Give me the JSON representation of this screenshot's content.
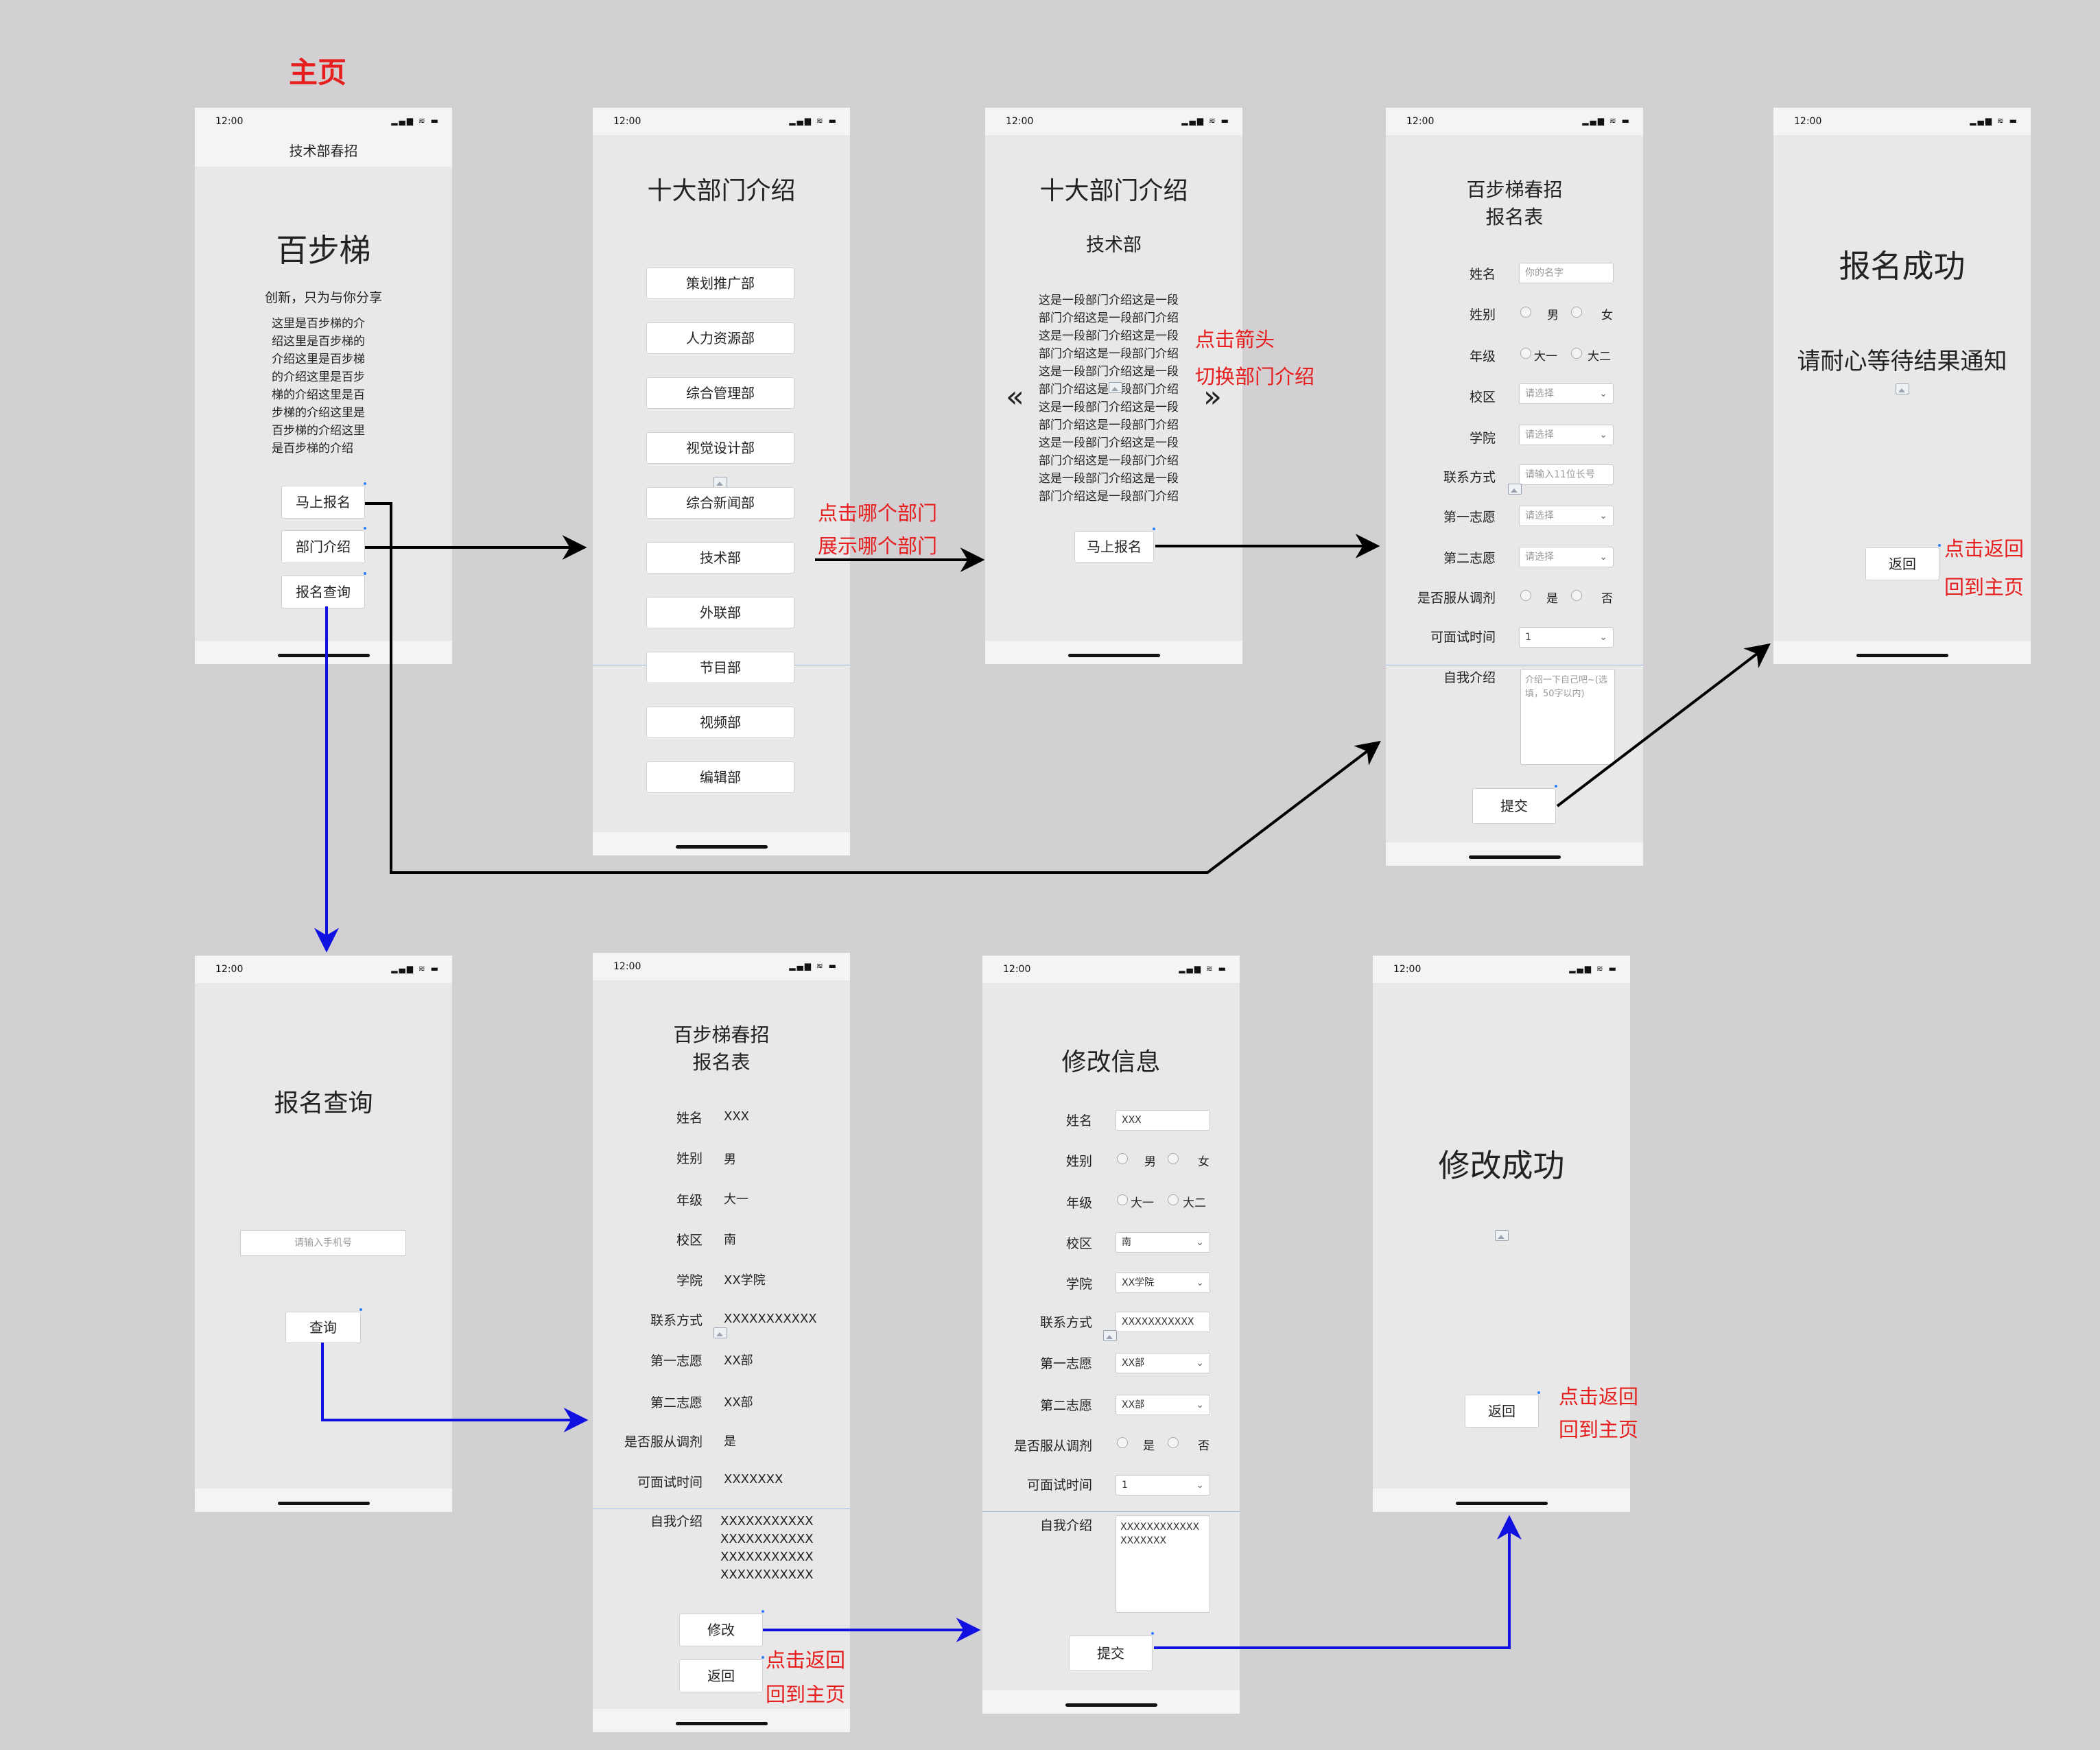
{
  "page_label": "主页",
  "annotations": {
    "dept_click_line1": "点击哪个部门",
    "dept_click_line2": "展示哪个部门",
    "arrow_line1": "点击箭头",
    "arrow_line2": "切换部门介绍",
    "back_line1": "点击返回",
    "back_line2": "回到主页",
    "back_inline": "点击返回回到主页"
  },
  "status": {
    "time": "12:00",
    "icons": "▂▄▆ ≋ ▬"
  },
  "home": {
    "nav_title": "技术部春招",
    "title": "百步梯",
    "slogan": "创新，只为与你分享",
    "intro_lines": [
      "这里是百步梯的介",
      "绍这里是百步梯的",
      "介绍这里是百步梯",
      "的介绍这里是百步",
      "梯的介绍这里是百",
      "步梯的介绍这里是",
      "百步梯的介绍这里",
      "是百步梯的介绍"
    ],
    "btn_apply": "马上报名",
    "btn_dept": "部门介绍",
    "btn_query": "报名查询"
  },
  "dept_list": {
    "title": "十大部门介绍",
    "items": [
      "策划推广部",
      "人力资源部",
      "综合管理部",
      "视觉设计部",
      "综合新闻部",
      "技术部",
      "外联部",
      "节目部",
      "视频部",
      "编辑部"
    ]
  },
  "dept_detail": {
    "title": "十大部门介绍",
    "subtitle": "技术部",
    "lines": [
      "这是一段部门介绍这是一段",
      "部门介绍这是一段部门介绍",
      "这是一段部门介绍这是一段",
      "部门介绍这是一段部门介绍",
      "这是一段部门介绍这是一段",
      "部门介绍这是一段部门介绍",
      "这是一段部门介绍这是一段",
      "部门介绍这是一段部门介绍",
      "这是一段部门介绍这是一段",
      "部门介绍这是一段部门介绍",
      "这是一段部门介绍这是一段",
      "部门介绍这是一段部门介绍"
    ],
    "prev": "«",
    "next": "»",
    "btn_apply": "马上报名"
  },
  "form": {
    "title_line1": "百步梯春招",
    "title_line2": "报名表",
    "labels": {
      "name": "姓名",
      "gender": "姓别",
      "grade": "年级",
      "campus": "校区",
      "college": "学院",
      "contact": "联系方式",
      "first": "第一志愿",
      "second": "第二志愿",
      "adjust": "是否服从调剂",
      "time": "可面试时间",
      "intro": "自我介绍"
    },
    "name_ph": "你的名字",
    "male": "男",
    "female": "女",
    "grade1": "大一",
    "grade2": "大二",
    "select_ph": "请选择",
    "phone_ph": "请输入11位长号",
    "yes": "是",
    "no": "否",
    "time_val": "1",
    "intro_ph": "介绍一下自己吧~(选填，50字以内)",
    "submit": "提交"
  },
  "success": {
    "title": "报名成功",
    "message": "请耐心等待结果通知",
    "btn_back": "返回"
  },
  "query": {
    "title": "报名查询",
    "phone_ph": "请输入手机号",
    "btn_query": "查询"
  },
  "result": {
    "title_line1": "百步梯春招",
    "title_line2": "报名表",
    "values": {
      "name": "XXX",
      "gender": "男",
      "grade": "大一",
      "campus": "南",
      "college": "XX学院",
      "contact": "XXXXXXXXXXX",
      "first": "XX部",
      "second": "XX部",
      "adjust": "是",
      "time": "XXXXXXX"
    },
    "intro_lines": [
      "XXXXXXXXXXX",
      "XXXXXXXXXXX",
      "XXXXXXXXXXX",
      "XXXXXXXXXXX"
    ],
    "btn_edit": "修改",
    "btn_back": "返回"
  },
  "edit": {
    "title": "修改信息",
    "name_val": "XXX",
    "campus_val": "南",
    "college_val": "XX学院",
    "contact_val": "XXXXXXXXXXX",
    "first_val": "XX部",
    "second_val": "XX部",
    "time_val": "1",
    "intro_val": "XXXXXXXXXXXX XXXXXXX",
    "submit": "提交"
  },
  "edit_success": {
    "title": "修改成功",
    "btn_back": "返回"
  },
  "colors": {
    "annotation": "#e61e1e",
    "blue_arrow": "#1010e0",
    "black_arrow": "#000000"
  }
}
